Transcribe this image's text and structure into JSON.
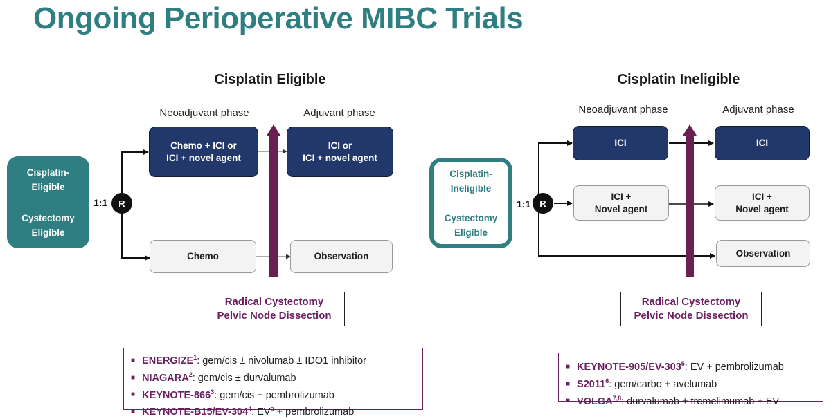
{
  "title": "Ongoing Perioperative MIBC Trials",
  "left": {
    "heading": "Cisplatin Eligible",
    "neoadjuvant_label": "Neoadjuvant phase",
    "adjuvant_label": "Adjuvant phase",
    "population_line1": "Cisplatin-",
    "population_line2": "Eligible",
    "population_line3": "Cystectomy",
    "population_line4": "Eligible",
    "ratio": "1:1",
    "randomize": "R",
    "arm1_neo_line1": "Chemo + ICI or",
    "arm1_neo_line2": "ICI + novel agent",
    "arm1_adj_line1": "ICI or",
    "arm1_adj_line2": "ICI + novel agent",
    "arm2_neo": "Chemo",
    "arm2_adj": "Observation",
    "surgery_line1": "Radical Cystectomy",
    "surgery_line2": "Pelvic Node Dissection",
    "trials": [
      {
        "name": "ENERGIZE",
        "sup": "1",
        "text": ": gem/cis ± nivolumab ± IDO1 inhibitor"
      },
      {
        "name": "NIAGARA",
        "sup": "2",
        "text": ": gem/cis ± durvalumab"
      },
      {
        "name": "KEYNOTE-866",
        "sup": "3",
        "text": ": gem/cis + pembrolizumab"
      },
      {
        "name": "KEYNOTE-B15/EV-304",
        "sup": "4",
        "text": ": EV",
        "text_sup": "a",
        "text_tail": " + pembrolizumab"
      }
    ]
  },
  "right": {
    "heading": "Cisplatin Ineligible",
    "neoadjuvant_label": "Neoadjuvant phase",
    "adjuvant_label": "Adjuvant phase",
    "population_line1": "Cisplatin-",
    "population_line2": "Ineligible",
    "population_line3": "Cystectomy",
    "population_line4": "Eligible",
    "ratio": "1:1",
    "randomize": "R",
    "arm1_neo": "ICI",
    "arm1_adj": "ICI",
    "arm2_neo_line1": "ICI +",
    "arm2_neo_line2": "Novel agent",
    "arm2_adj_line1": "ICI +",
    "arm2_adj_line2": "Novel agent",
    "arm3_adj": "Observation",
    "surgery_line1": "Radical Cystectomy",
    "surgery_line2": "Pelvic Node Dissection",
    "trials": [
      {
        "name": "KEYNOTE-905/EV-303",
        "sup": "5",
        "text": ": EV + pembrolizumab"
      },
      {
        "name": "S2011",
        "sup": "6",
        "text": ": gem/carbo + avelumab"
      },
      {
        "name": "VOLGA",
        "sup": "7,8",
        "text": ": durvalumab + tremelimumab + EV"
      }
    ]
  },
  "colors": {
    "teal": "#2f7f82",
    "navy": "#22386a",
    "plum": "#6a2060",
    "surgery_arrow": "#6b1f4f"
  }
}
